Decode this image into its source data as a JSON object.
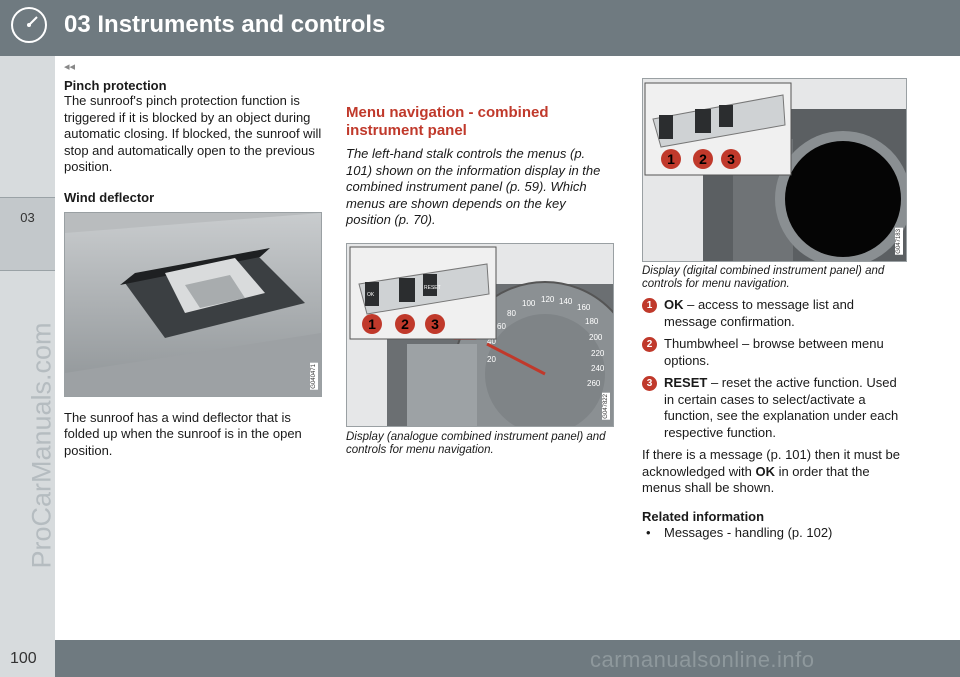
{
  "header": {
    "title": "03 Instruments and controls"
  },
  "sidebar": {
    "chapter": "03",
    "watermark": "ProCarManuals.com"
  },
  "footer": {
    "page_number": "100",
    "watermark": "carmanualsonline.info"
  },
  "nav": {
    "back": "◂◂"
  },
  "col1": {
    "pinch_heading": "Pinch protection",
    "pinch_text": "The sunroof's pinch protection function is triggered if it is blocked by an object during automatic closing. If blocked, the sunroof will stop and automatically open to the previous position.",
    "wind_heading": "Wind deflector",
    "wind_image_code": "G040471",
    "wind_text": "The sunroof has a wind deflector that is folded up when the sunroof is in the open position."
  },
  "col2": {
    "heading": "Menu navigation - combined instrument panel",
    "intro": "The left-hand stalk controls the menus (p. 101) shown on the information display in the combined instrument panel (p. 59). Which menus are shown depends on the key position (p. 70).",
    "image_code": "G047822",
    "image_labels": [
      "1",
      "2",
      "3"
    ],
    "speed_labels": [
      "20",
      "40",
      "60",
      "80",
      "100",
      "120",
      "140",
      "160",
      "180",
      "200",
      "220",
      "240",
      "260"
    ],
    "stalk_labels": {
      "ok": "OK",
      "reset": "RESET"
    },
    "caption": "Display (analogue combined instrument panel) and controls for menu navigation."
  },
  "col3": {
    "image_code": "G047183",
    "image_labels": [
      "1",
      "2",
      "3"
    ],
    "caption": "Display (digital combined instrument panel) and controls for menu navigation.",
    "items": [
      {
        "num": "1",
        "bold": "OK",
        "text": " – access to message list and message confirmation."
      },
      {
        "num": "2",
        "bold": "",
        "text": "Thumbwheel – browse between menu options."
      },
      {
        "num": "3",
        "bold": "RESET",
        "text": " – reset the active function. Used in certain cases to select/activate a function, see the explanation under each respective function."
      }
    ],
    "message_pre": "If there is a message (p. 101) then it must be acknowledged with ",
    "message_bold": "OK",
    "message_post": " in order that the menus shall be shown.",
    "related_heading": "Related information",
    "related_items": [
      "Messages - handling (p. 102)"
    ]
  },
  "colors": {
    "header": "#6f7a80",
    "accent": "#c0392b",
    "sidebar": "#d7dbdd"
  }
}
